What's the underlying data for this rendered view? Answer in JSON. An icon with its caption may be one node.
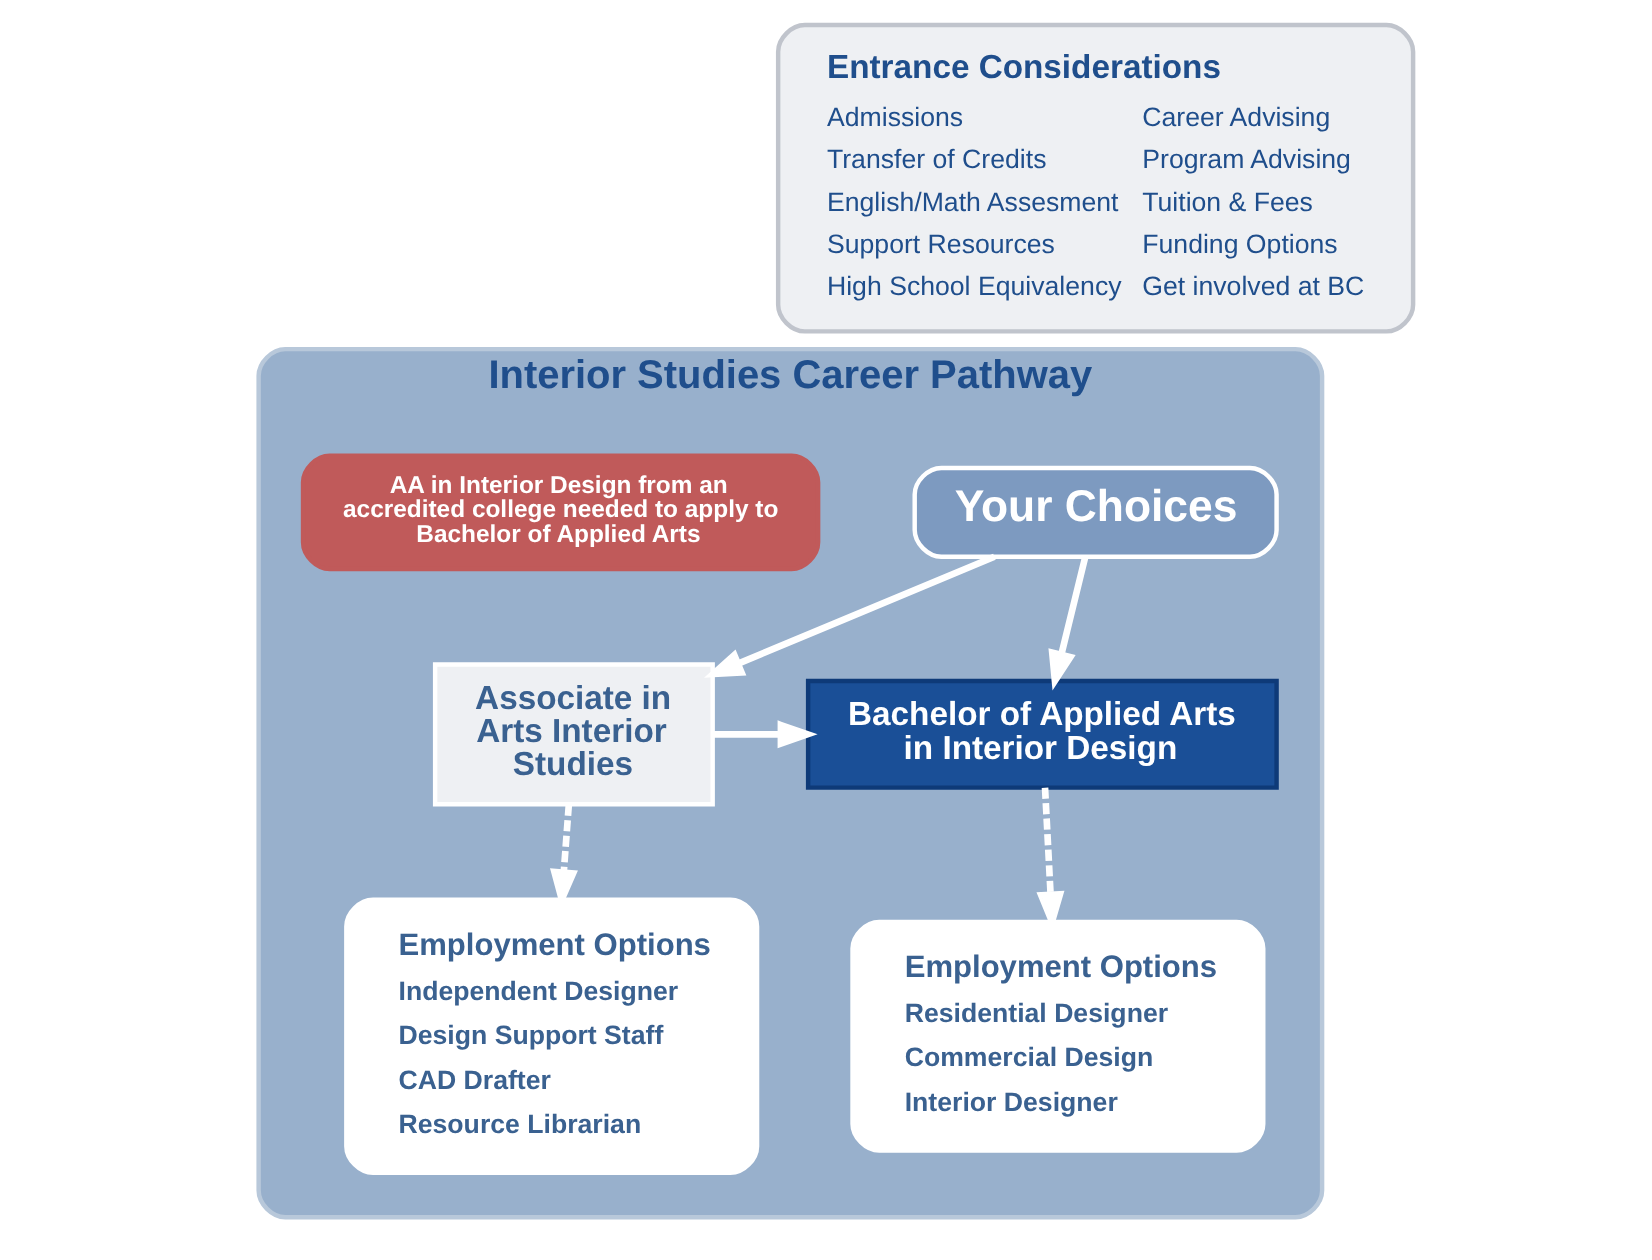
{
  "diagram": {
    "nodes": [
      {
        "text": [
          "Entrance Considerations",
          "Admissions",
          "Transfer of Credits",
          "English/Math Assesment",
          "Support Resources",
          "High School Equivalency",
          "Career Advising",
          "Program Advising",
          "Tuition & Fees",
          "Funding Options",
          "Get involved at BC"
        ]
      },
      {
        "text": [
          "Interior Studies Career Pathway"
        ]
      },
      {
        "text": [
          "Your Choices"
        ],
        "in": 1
      },
      {
        "text": [
          "AA in Interior Design from an accredited college needed to apply to Bachelor of Applied Arts"
        ],
        "in": 1
      },
      {
        "text": [
          "Associate in Arts Interior Studies"
        ],
        "in": 1
      },
      {
        "text": [
          "Bachelor of Applied Arts in Interior Design"
        ],
        "in": 1
      },
      {
        "text": [
          "Employment Options",
          "Independent Designer",
          "Design Support Staff",
          "CAD Drafter",
          "Resource Librarian"
        ],
        "in": 1
      },
      {
        "text": [
          "Employment Options",
          "Residential Designer",
          "Commercial Design",
          "Interior Designer"
        ],
        "in": 1
      }
    ],
    "edges": [
      {
        "from": 2,
        "to": 4,
        "arrow": "to"
      },
      {
        "from": 2,
        "to": 5,
        "arrow": "to"
      },
      {
        "from": 4,
        "to": 5,
        "arrow": "to"
      },
      {
        "from": 4,
        "to": 6,
        "arrow": "to",
        "style": "dashed"
      },
      {
        "from": 5,
        "to": 7,
        "arrow": "to",
        "style": "dashed"
      }
    ]
  }
}
